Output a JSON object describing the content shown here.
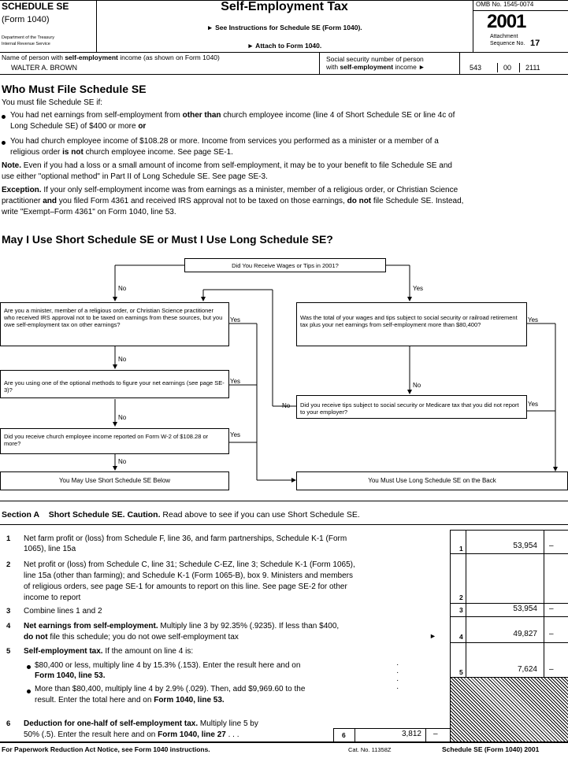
{
  "header": {
    "schedule": "SCHEDULE SE",
    "form": "(Form 1040)",
    "dept": "Department of the Treasury",
    "irs": "Internal Revenue Service",
    "title": "Self-Employment Tax",
    "instructions": "► See Instructions for Schedule SE (Form 1040).",
    "attach": "► Attach to Form 1040.",
    "omb": "OMB No. 1545-0074",
    "year": "2001",
    "attachment": "Attachment",
    "sequence": "Sequence No.",
    "sequence_no": "17"
  },
  "taxpayer": {
    "name_label_pre": "Name of person with ",
    "name_label_bold": "self-employment",
    "name_label_post": " income (as shown on Form 1040)",
    "name_value": "WALTER A. BROWN",
    "ssn_label_1": "Social security number of person",
    "ssn_label_2_pre": "with ",
    "ssn_label_2_bold": "self-employment",
    "ssn_label_2_post": " income ►",
    "ssn_1": "543",
    "ssn_2": "00",
    "ssn_3": "2111"
  },
  "who": {
    "heading": "Who Must File Schedule SE",
    "intro": "You must file Schedule SE if:",
    "bullet1_a": "You had net earnings from self-employment from ",
    "bullet1_b": "other than",
    "bullet1_c": " church employee income (line 4 of Short Schedule SE or line 4c of",
    "bullet1_d": "Long Schedule SE) of $400 or more ",
    "bullet1_e": "or",
    "bullet2_a": "You had church employee income of $108.28 or more. Income from services you performed as a minister or a member of a",
    "bullet2_b": "religious order ",
    "bullet2_c": "is not",
    "bullet2_d": " church employee income. See page SE-1.",
    "note_label": "Note.",
    "note_a": " Even if you had a loss or a small amount of income from self-employment, it may be to your benefit to file Schedule SE and",
    "note_b": "use either \"optional method\" in Part II of Long Schedule SE. See page SE-3.",
    "exc_label": "Exception.",
    "exc_a": " If your only self-employment income was from earnings as a minister, member of a religious order, or Christian Science",
    "exc_b1": "practitioner ",
    "exc_b2": "and",
    "exc_b3": " you filed Form 4361 and received IRS approval not to be taxed on those earnings, ",
    "exc_b4": "do not",
    "exc_b5": " file Schedule SE. Instead,",
    "exc_c": "write \"Exempt–Form 4361\" on Form 1040, line 53."
  },
  "may": {
    "heading": "May I Use Short Schedule SE or Must I Use Long Schedule SE?"
  },
  "flow": {
    "top": "Did You Receive Wages or Tips in 2001?",
    "yes": "Yes",
    "no": "No",
    "q_minister": "Are you a minister, member of a religious order, or Christian Science practitioner who received IRS approval not to be taxed on earnings from these sources, but you owe self-employment tax on other earnings?",
    "q_optional": "Are you using one of the optional methods to figure your net earnings (see page SE-3)?",
    "q_church": "Did you receive church employee income reported on Form W-2 of $108.28 or more?",
    "q_total": "Was the total of your wages and tips subject to social security or railroad retirement tax plus your net earnings from self-employment more than $80,400?",
    "q_tips": "Did you receive tips subject to social security or Medicare tax that you did not report to your employer?",
    "short": "You May Use Short Schedule SE Below",
    "long": "You Must Use Long Schedule SE on the Back"
  },
  "sectionA": {
    "label": "Section A",
    "title": "Short Schedule SE. Caution.",
    "caution": " Read above to see if you can use Short Schedule SE.",
    "l1_num": "1",
    "l1_a": "Net farm profit or (loss) from Schedule F, line 36, and farm partnerships, Schedule K-1 (Form",
    "l1_b": "1065), line 15a",
    "l2_num": "2",
    "l2_a": "Net profit or (loss) from Schedule C, line 31; Schedule C-EZ, line 3; Schedule K-1 (Form 1065),",
    "l2_b": "line 15a (other than farming); and Schedule K-1 (Form 1065-B), box 9. Ministers and members",
    "l2_c": "of religious orders, see page SE-1 for amounts to report on this line. See page SE-2 for other",
    "l2_d": "income to report",
    "l3_num": "3",
    "l3": "Combine lines 1 and 2",
    "l4_num": "4",
    "l4_a": "Net earnings from self-employment.",
    "l4_b": " Multiply line 3 by 92.35% (.9235). If less than $400,",
    "l4_c": "do not",
    "l4_d": " file this schedule; you do not owe self-employment tax",
    "l5_num": "5",
    "l5_a": "Self-employment tax.",
    "l5_b": " If the amount on line 4 is:",
    "l5_b1_a": "$80,400 or less, multiply line 4 by 15.3% (.153). Enter the result here and on",
    "l5_b1_b": "Form 1040, line 53.",
    "l5_b2_a": "More than $80,400, multiply line 4 by 2.9% (.029). Then, add $9,969.60 to the",
    "l5_b2_b_pre": "result. Enter the total here and on ",
    "l5_b2_b_bold": "Form 1040, line 53.",
    "l6_num": "6",
    "l6_a": "Deduction for one-half of self-employment tax.",
    "l6_b": " Multiply line 5 by",
    "l6_c": "50% (.5). Enter the result here and on ",
    "l6_d": "Form 1040, line 27",
    "box1": "1",
    "box2": "2",
    "box3": "3",
    "box4": "4",
    "box5": "5",
    "box6": "6",
    "v1": "53,954",
    "v1c": "–",
    "v3": "53,954",
    "v3c": "–",
    "v4": "49,827",
    "v4c": "–",
    "v5": "7,624",
    "v5c": "–",
    "v6": "3,812",
    "v6c": "–"
  },
  "footer": {
    "left": "For Paperwork Reduction Act Notice, see Form 1040 instructions.",
    "cat": "Cat. No. 11358Z",
    "right": "Schedule SE (Form 1040) 2001"
  }
}
